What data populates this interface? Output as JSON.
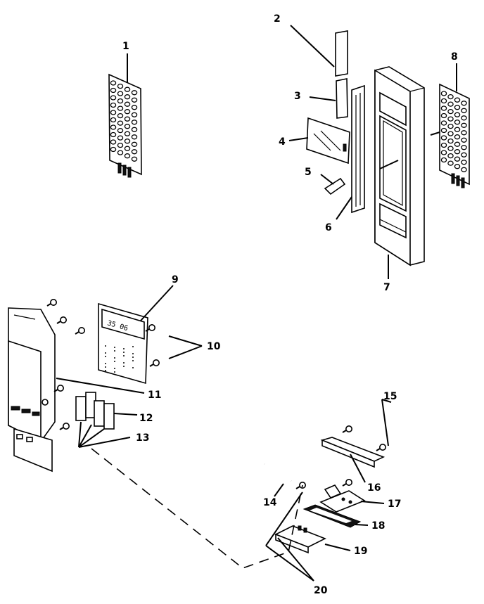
{
  "callouts": [
    "1",
    "2",
    "3",
    "4",
    "5",
    "6",
    "7",
    "8",
    "9",
    "10",
    "11",
    "12",
    "13",
    "14",
    "15",
    "16",
    "17",
    "18",
    "19",
    "20"
  ],
  "display_readout": "35 06"
}
